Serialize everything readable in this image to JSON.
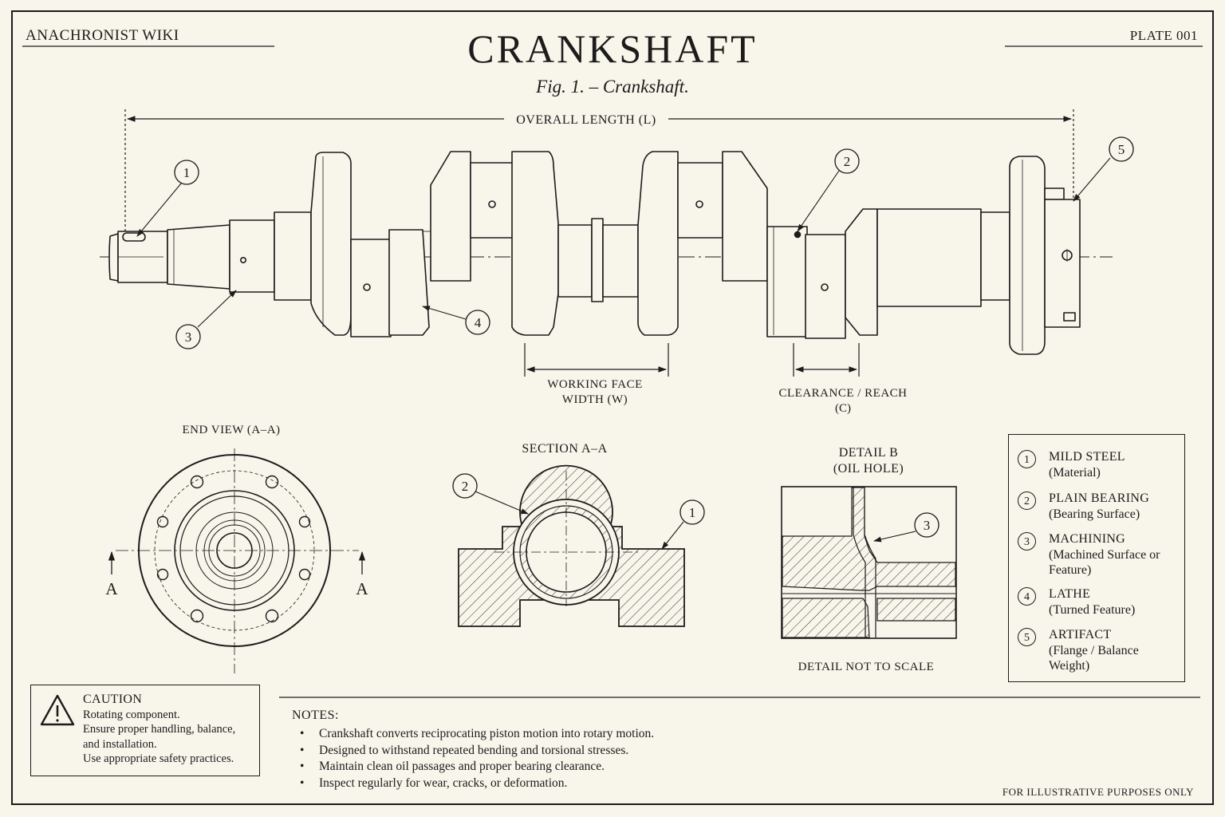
{
  "header": {
    "site": "ANACHRONIST WIKI",
    "title": "CRANKSHAFT",
    "plate": "PLATE  001",
    "figure_caption": "Fig. 1.  –  Crankshaft."
  },
  "dimensions": {
    "overall_length": "OVERALL LENGTH (L)",
    "working_face_line1": "WORKING FACE",
    "working_face_line2": "WIDTH  (W)",
    "clearance_line1": "CLEARANCE / REACH",
    "clearance_line2": "(C)"
  },
  "callouts": [
    "1",
    "2",
    "3",
    "4",
    "5"
  ],
  "views": {
    "end_view_title": "END VIEW (A–A)",
    "section_letter": "A",
    "section_title": "SECTION A–A",
    "detail_title_line1": "DETAIL B",
    "detail_title_line2": "(OIL HOLE)",
    "detail_note": "DETAIL NOT TO SCALE"
  },
  "legend": [
    {
      "num": "1",
      "name": "MILD STEEL",
      "desc": "(Material)"
    },
    {
      "num": "2",
      "name": "PLAIN BEARING",
      "desc": "(Bearing Surface)"
    },
    {
      "num": "3",
      "name": "MACHINING",
      "desc": "(Machined Surface or Feature)"
    },
    {
      "num": "4",
      "name": "LATHE",
      "desc": "(Turned Feature)"
    },
    {
      "num": "5",
      "name": "ARTIFACT",
      "desc": "(Flange / Balance Weight)"
    }
  ],
  "caution": {
    "icon": "warning-triangle-icon",
    "title": "CAUTION",
    "line1": "Rotating component.",
    "line2": "Ensure proper handling, balance,",
    "line3": "and installation.",
    "line4": "Use appropriate safety practices."
  },
  "notes": {
    "title": "NOTES:",
    "items": [
      "Crankshaft converts reciprocating piston motion into rotary motion.",
      "Designed to withstand repeated bending and torsional stresses.",
      "Maintain clean oil passages and proper bearing clearance.",
      "Inspect regularly for wear, cracks, or deformation."
    ]
  },
  "footer": "FOR ILLUSTRATIVE PURPOSES ONLY",
  "colors": {
    "paper": "#f8f5ea",
    "ink": "#1c1c1c"
  }
}
